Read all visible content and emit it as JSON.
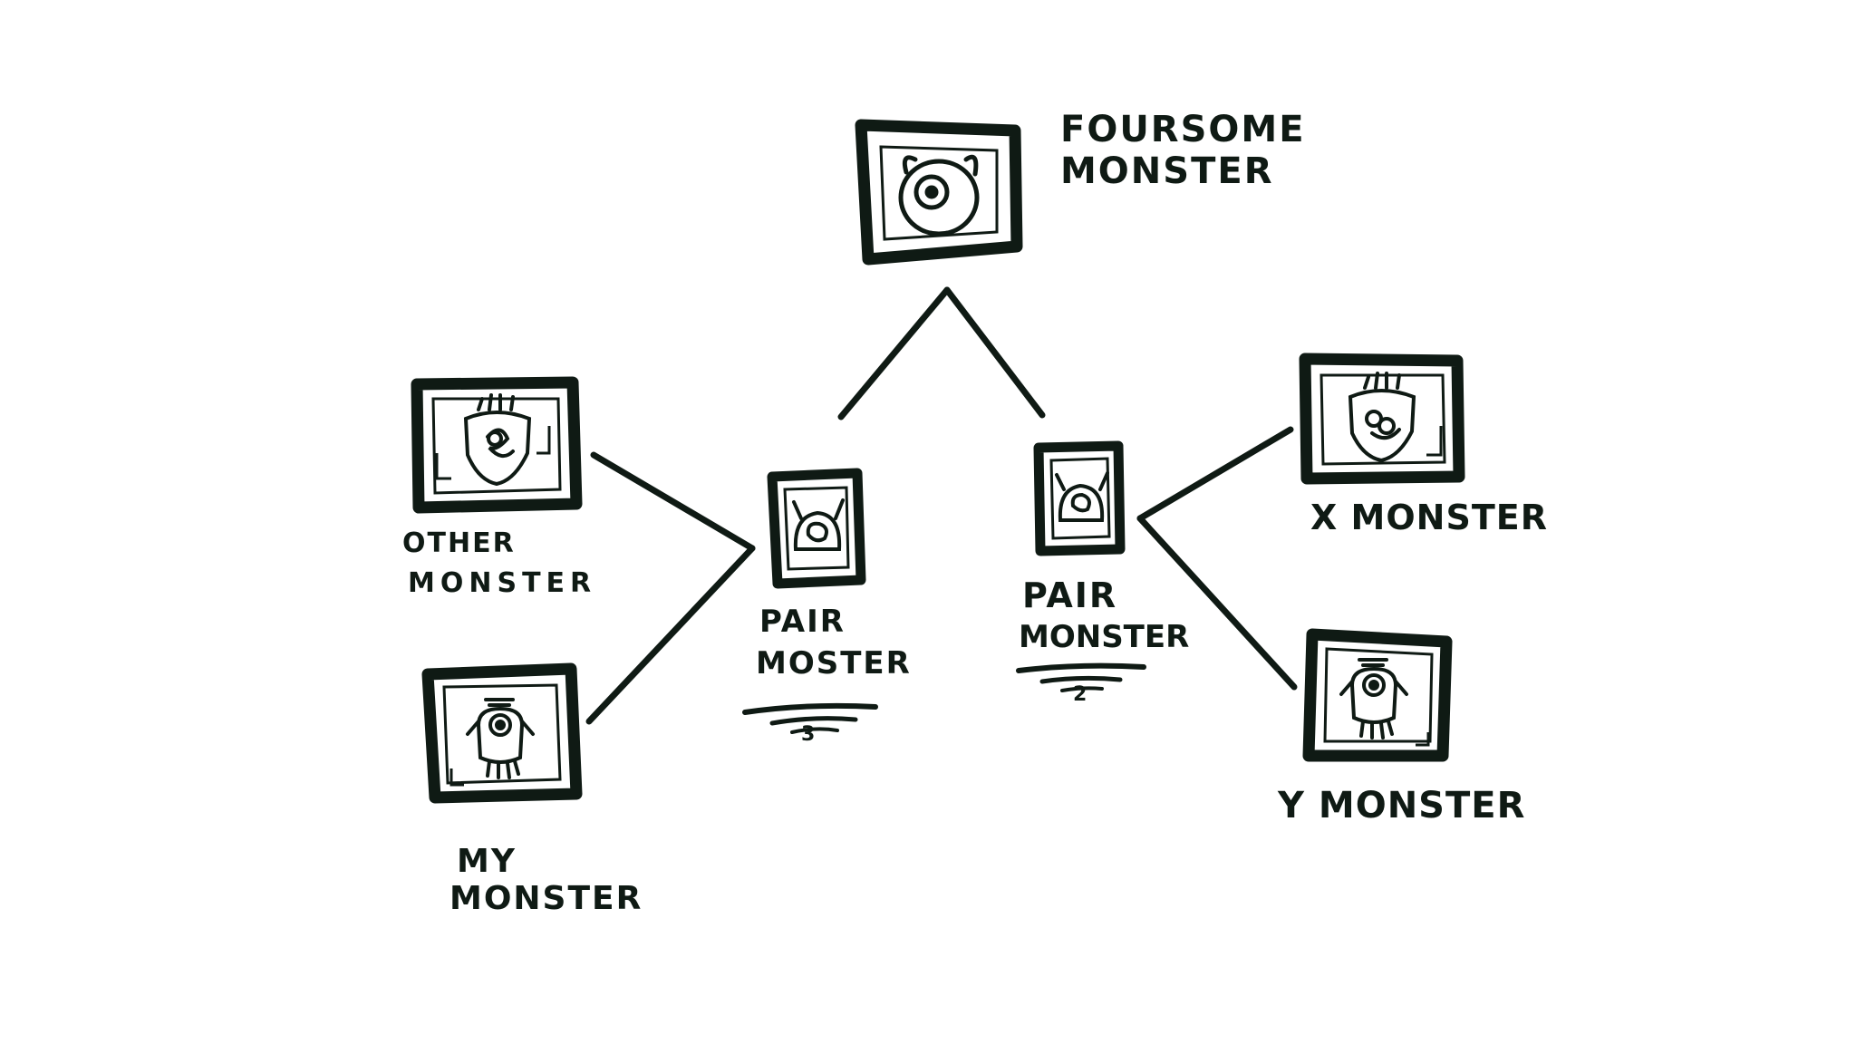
{
  "colors": {
    "ink": "#0f1a14",
    "background": "#ffffff"
  },
  "nodes": {
    "foursome": {
      "line1": "FOURSOME",
      "line2": "MONSTER"
    },
    "other": {
      "line1": "OTHER",
      "line2": "MONSTER"
    },
    "my": {
      "line1": "MY",
      "line2": "MONSTER"
    },
    "pair_left": {
      "line1": "PAIR",
      "line2": "MOSTER",
      "mark": "3"
    },
    "pair_right": {
      "line1": "PAIR",
      "line2": "MONSTER",
      "mark": "2"
    },
    "x": {
      "label": "X MONSTER"
    },
    "y": {
      "label": "Y MONSTER"
    }
  },
  "icons": {
    "foursome": "one-eyed-round-monster-icon",
    "other": "shield-monster-icon",
    "my": "antenna-one-eyed-monster-icon",
    "pair_left": "horned-monster-icon",
    "pair_right": "horned-monster-icon",
    "x": "shield-monster-icon",
    "y": "antenna-one-eyed-monster-icon"
  }
}
